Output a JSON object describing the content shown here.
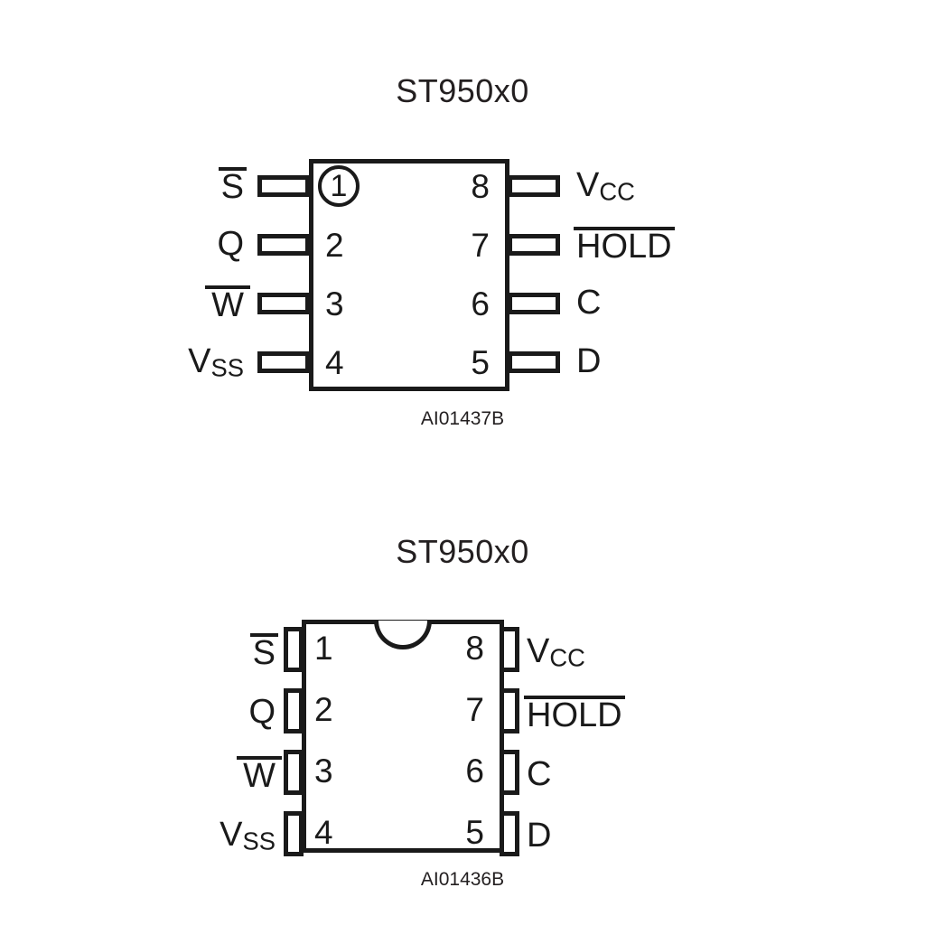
{
  "figure": {
    "kind": "ic-pinout-diagrams",
    "line_color": "#1a1a1a",
    "background": "#ffffff"
  },
  "packages": [
    {
      "id": "so8",
      "title": "ST950x0",
      "caption": "AI01437B",
      "lead_style": "long-rectangular-leads",
      "pin1_marker": "circled-number",
      "notch": false,
      "pins": [
        {
          "number": "1",
          "side": "left",
          "label": "S",
          "overline": true,
          "subscript": ""
        },
        {
          "number": "2",
          "side": "left",
          "label": "Q",
          "overline": false,
          "subscript": ""
        },
        {
          "number": "3",
          "side": "left",
          "label": "W",
          "overline": true,
          "subscript": ""
        },
        {
          "number": "4",
          "side": "left",
          "label": "V",
          "overline": false,
          "subscript": "SS"
        },
        {
          "number": "8",
          "side": "right",
          "label": "V",
          "overline": false,
          "subscript": "CC"
        },
        {
          "number": "7",
          "side": "right",
          "label": "HOLD",
          "overline": true,
          "subscript": ""
        },
        {
          "number": "6",
          "side": "right",
          "label": "C",
          "overline": false,
          "subscript": ""
        },
        {
          "number": "5",
          "side": "right",
          "label": "D",
          "overline": false,
          "subscript": ""
        }
      ]
    },
    {
      "id": "pdip8",
      "title": "ST950x0",
      "caption": "AI01436B",
      "lead_style": "short-stub-leads",
      "pin1_marker": "plain-number",
      "notch": true,
      "pins": [
        {
          "number": "1",
          "side": "left",
          "label": "S",
          "overline": true,
          "subscript": ""
        },
        {
          "number": "2",
          "side": "left",
          "label": "Q",
          "overline": false,
          "subscript": ""
        },
        {
          "number": "3",
          "side": "left",
          "label": "W",
          "overline": true,
          "subscript": ""
        },
        {
          "number": "4",
          "side": "left",
          "label": "V",
          "overline": false,
          "subscript": "SS"
        },
        {
          "number": "8",
          "side": "right",
          "label": "V",
          "overline": false,
          "subscript": "CC"
        },
        {
          "number": "7",
          "side": "right",
          "label": "HOLD",
          "overline": true,
          "subscript": ""
        },
        {
          "number": "6",
          "side": "right",
          "label": "C",
          "overline": false,
          "subscript": ""
        },
        {
          "number": "5",
          "side": "right",
          "label": "D",
          "overline": false,
          "subscript": ""
        }
      ]
    }
  ],
  "labels": {
    "so8": {
      "title": "ST950x0",
      "caption": "AI01437B",
      "pin1": "1",
      "pin2": "2",
      "pin3": "3",
      "pin4": "4",
      "pin5": "5",
      "pin6": "6",
      "pin7": "7",
      "pin8": "8",
      "sig_s": "S",
      "sig_q": "Q",
      "sig_w": "W",
      "sig_v": "V",
      "sub_ss": "SS",
      "sub_cc": "CC",
      "sig_hold": "HOLD",
      "sig_c": "C",
      "sig_d": "D"
    },
    "pdip8": {
      "title": "ST950x0",
      "caption": "AI01436B",
      "pin1": "1",
      "pin2": "2",
      "pin3": "3",
      "pin4": "4",
      "pin5": "5",
      "pin6": "6",
      "pin7": "7",
      "pin8": "8",
      "sig_s": "S",
      "sig_q": "Q",
      "sig_w": "W",
      "sig_v": "V",
      "sub_ss": "SS",
      "sub_cc": "CC",
      "sig_hold": "HOLD",
      "sig_c": "C",
      "sig_d": "D"
    }
  }
}
